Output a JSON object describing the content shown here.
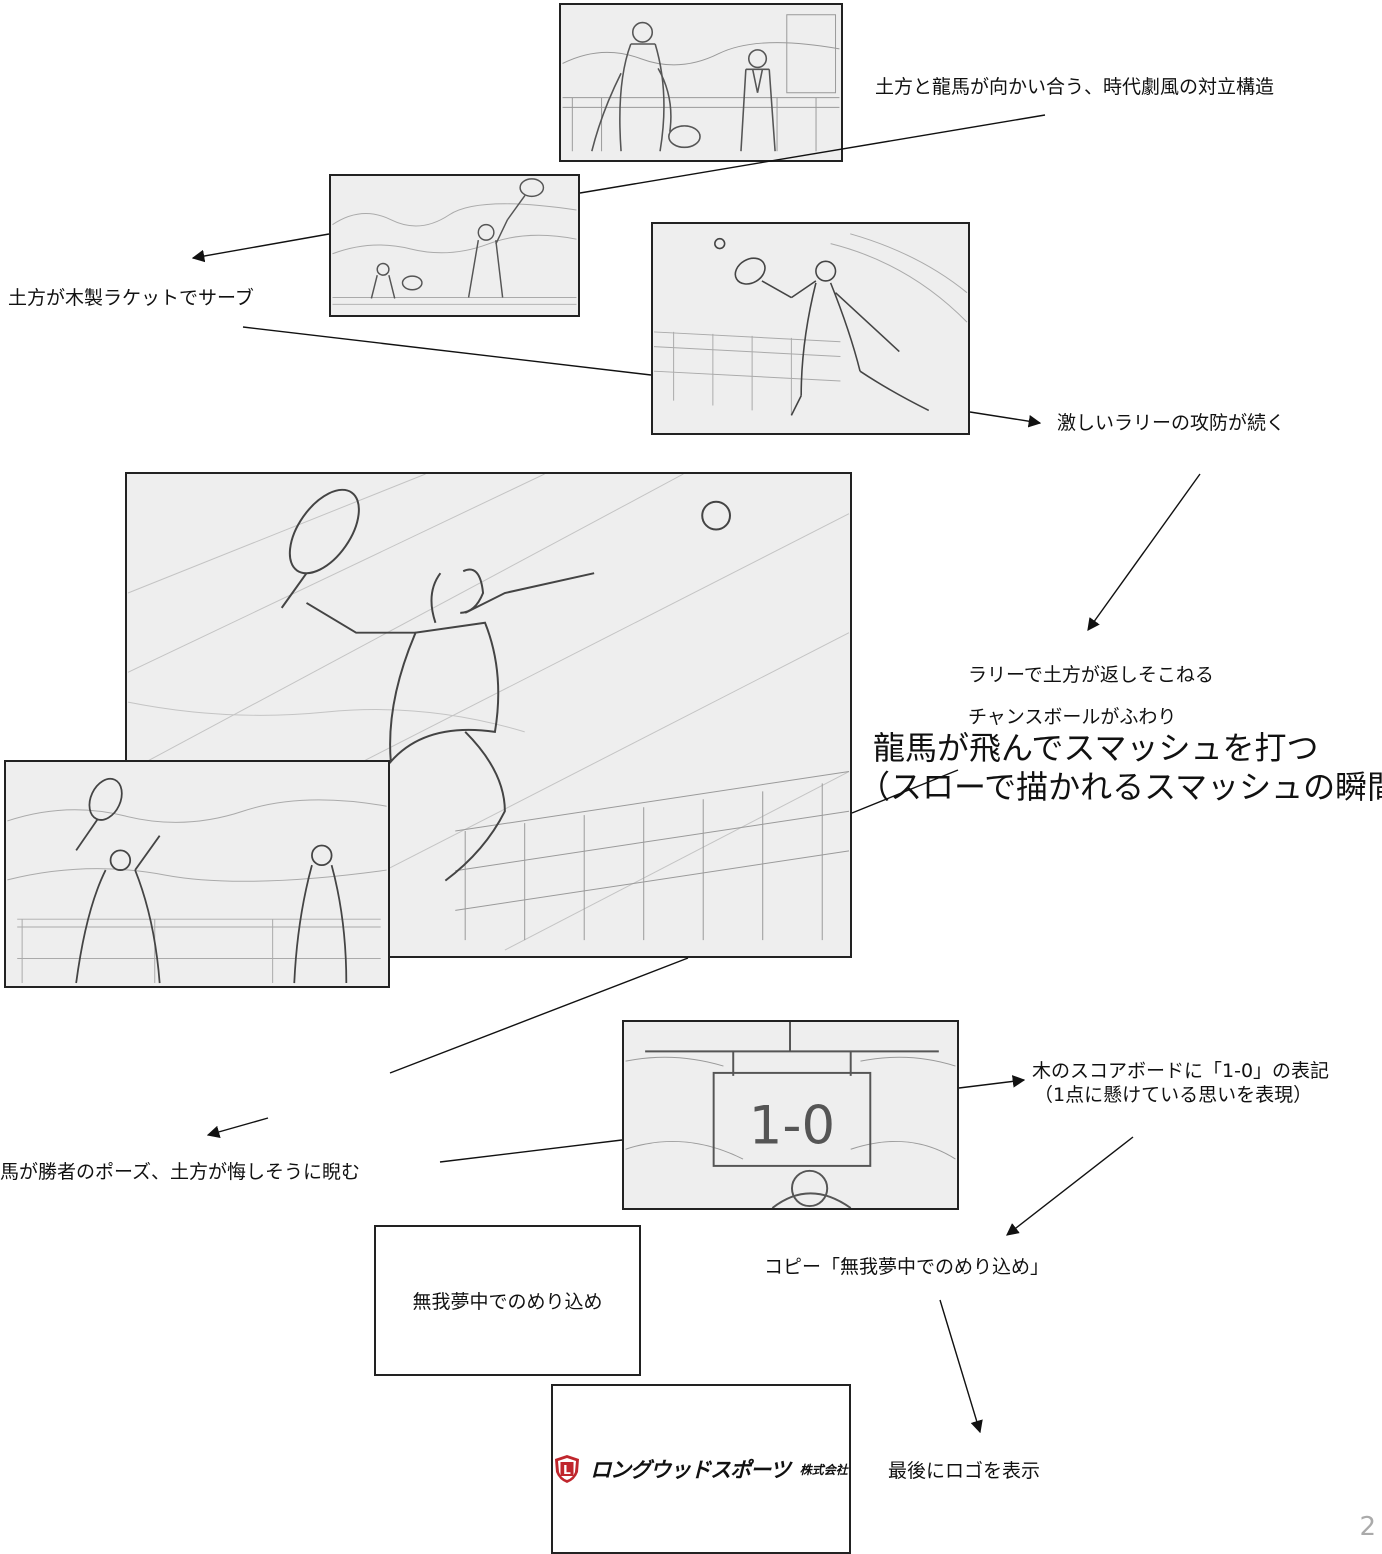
{
  "captions": {
    "c1": "土方と龍馬が向かい合う、時代劇風の対立構造",
    "c2": "土方が木製ラケットでサーブ",
    "c3": "激しいラリーの攻防が続く",
    "c4_line1": "ラリーで土方が返しそこねる",
    "c4_line2": "チャンスボールがふわり",
    "c5_line1": "龍馬が飛んでスマッシュを打つ",
    "c5_line2": "（スローで描かれるスマッシュの瞬間）",
    "c6": "馬が勝者のポーズ、土方が悔しそうに睨む",
    "c7_line1": "木のスコアボードに「1-0」の表記",
    "c7_line2": "（1点に懸けている思いを表現）",
    "c8": "コピー「無我夢中でのめり込め」",
    "c9": "最後にロゴを表示"
  },
  "frames": {
    "scoreboard_text": "1-0",
    "copy_text": "無我夢中でのめり込め"
  },
  "logo": {
    "emblem_letter": "L",
    "brand": "ロングウッドスポーツ",
    "suffix": "株式会社",
    "emblem_color": "#c0262d"
  },
  "page_number": "2"
}
